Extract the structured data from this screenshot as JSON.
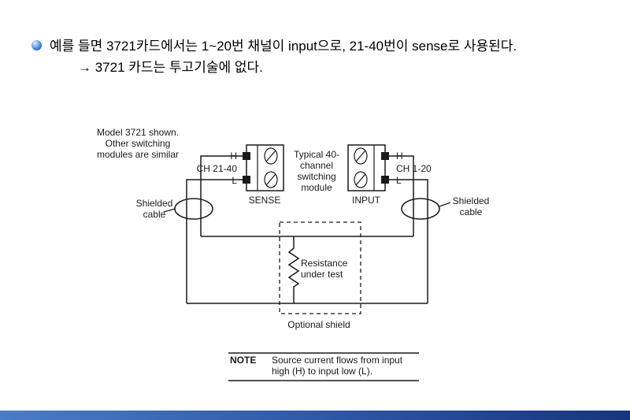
{
  "slide": {
    "bullet_text": "예를 들면 3721카드에서는 1~20번 채널이 input으로, 21-40번이 sense로 사용된다.",
    "sub_text": "→ 3721 카드는 투고기술에 없다."
  },
  "diagram": {
    "model_note": {
      "line1": "Model 3721 shown.",
      "line2": "Other switching",
      "line3": "modules are similar"
    },
    "sense_block": {
      "h_label": "H",
      "l_label": "L",
      "channel_label": "CH 21-40",
      "name": "SENSE"
    },
    "input_block": {
      "h_label": "H",
      "l_label": "L",
      "channel_label": "CH 1-20",
      "name": "INPUT"
    },
    "module_caption": {
      "line1": "Typical 40-",
      "line2": "channel",
      "line3": "switching",
      "line4": "module"
    },
    "shielded_cable_left": {
      "line1": "Shielded",
      "line2": "cable"
    },
    "shielded_cable_right": {
      "line1": "Shielded",
      "line2": "cable"
    },
    "resistance": {
      "line1": "Resistance",
      "line2": "under test"
    },
    "optional_shield_label": "Optional shield",
    "note": {
      "label": "NOTE",
      "line1": "Source current flows from input",
      "line2": "high (H) to input low (L)."
    }
  },
  "colors": {
    "accent_bar_left": "#4a7cc7",
    "accent_bar_right": "#17357e",
    "bullet_blue": "#2a6fd4",
    "ink": "#1a1a1a"
  }
}
